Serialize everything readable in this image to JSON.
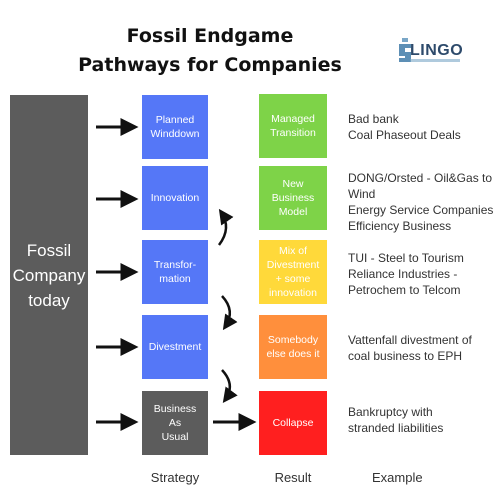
{
  "title": {
    "line1": "Fossil Endgame",
    "line2": "Pathways for Companies"
  },
  "logo": {
    "text": "LINGO"
  },
  "company": {
    "label": "Fossil\nCompany\ntoday"
  },
  "strategies": [
    {
      "label": "Planned\nWinddown"
    },
    {
      "label": "Innovation"
    },
    {
      "label": "Transfor-\nmation"
    },
    {
      "label": "Divestment"
    },
    {
      "label": "Business\nAs\nUsual"
    }
  ],
  "results": [
    {
      "label": "Managed\nTransition",
      "color": "#7ed348"
    },
    {
      "label": "New\nBusiness\nModel",
      "color": "#7ed348"
    },
    {
      "label": "Mix of\nDivestment\n+ some\ninnovation",
      "color": "#ffd93a"
    },
    {
      "label": "Somebody\nelse does it",
      "color": "#ff8f3c"
    },
    {
      "label": "Collapse",
      "color": "#ff1f1f"
    }
  ],
  "examples": [
    {
      "text": "Bad bank\nCoal Phaseout Deals"
    },
    {
      "text": "DONG/Orsted - Oil&Gas to\nWind\nEnergy Service Companies\nEfficiency Business"
    },
    {
      "text": "TUI - Steel to Tourism\nReliance Industries -\nPetrochem to Telcom"
    },
    {
      "text": "Vattenfall divestment of\ncoal business to EPH"
    },
    {
      "text": "Bankruptcy with\nstranded liabilities"
    }
  ],
  "columns": {
    "strategy": "Strategy",
    "result": "Result",
    "example": "Example"
  }
}
